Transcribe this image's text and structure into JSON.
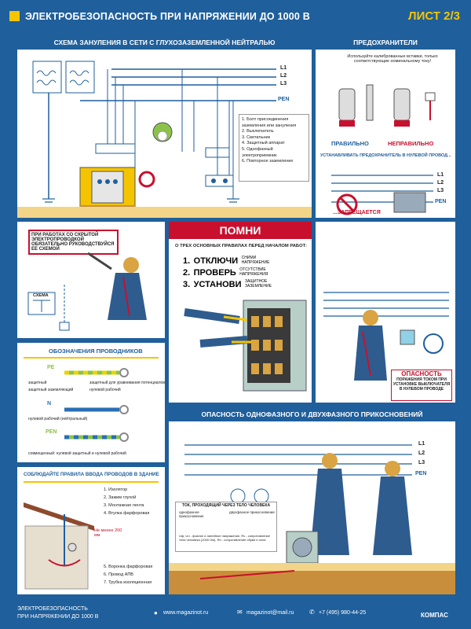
{
  "header": {
    "title": "ЭЛЕКТРОБЕЗОПАСНОСТЬ ПРИ НАПРЯЖЕНИИ ДО 1000 В",
    "sheet": "ЛИСТ 2/3"
  },
  "scheme": {
    "title": "СХЕМА ЗАНУЛЕНИЯ В СЕТИ С ГЛУХОЗАЗЕМЛЕННОЙ НЕЙТРАЛЬЮ",
    "lines": [
      "L1",
      "L2",
      "L3",
      "PEN"
    ],
    "legend": [
      "1. Болт присоединения заземления или зануления",
      "2. Выключатель",
      "3. Светильник",
      "4. Защитный аппарат",
      "5. Однофазный электроприемник",
      "6. Повторное заземление"
    ]
  },
  "fuses": {
    "title": "ПРЕДОХРАНИТЕЛИ",
    "note": "Используйте калиброванные вставки, только соответствующие номинальному току!",
    "correct": "ПРАВИЛЬНО",
    "incorrect": "НЕПРАВИЛЬНО",
    "neutral_title": "УСТАНАВЛИВАТЬ ПРЕДОХРАНИТЕЛЬ В НУЛЕВОЙ ПРОВОД...",
    "forbidden": "...ЗАПРЕЩАЕТСЯ",
    "lines": [
      "L1",
      "L2",
      "L3",
      "PEN"
    ]
  },
  "hidden_wiring": {
    "note": "ПРИ РАБОТАХ СО СКРЫТОЙ ЭЛЕКТРОПРОВОДКОЙ ОБЯЗАТЕЛЬНО РУКОВОДСТВУЙСЯ ЕЕ СХЕМОЙ",
    "scheme_label": "СХЕМА"
  },
  "remember": {
    "title": "ПОМНИ",
    "subtitle": "О ТРЕХ ОСНОВНЫХ ПРАВИЛАХ ПЕРЕД НАЧАЛОМ РАБОТ:",
    "rules": [
      {
        "num": "1.",
        "verb": "ОТКЛЮЧИ",
        "note": "СНИМИ НАПРЯЖЕНИЕ"
      },
      {
        "num": "2.",
        "verb": "ПРОВЕРЬ",
        "note": "ОТСУТСТВИЕ НАПРЯЖЕНИЯ"
      },
      {
        "num": "3.",
        "verb": "УСТАНОВИ",
        "note": "ЗАЩИТНОЕ ЗАЗЕМЛЕНИЕ"
      }
    ]
  },
  "danger": {
    "title": "ОПАСНОСТЬ",
    "text": "ПОРАЖЕНИЯ ТОКОМ ПРИ УСТАНОВКЕ ВЫКЛЮЧАТЕЛЯ В НУЛЕВОМ ПРОВОДЕ"
  },
  "conductors": {
    "title": "ОБОЗНАЧЕНИЯ ПРОВОДНИКОВ",
    "items": [
      {
        "code": "PE",
        "left": "защитный",
        "right": "защитный для уравнивания потенциалов"
      },
      {
        "code": "",
        "left": "защитный заземляющий",
        "right": "нулевой рабочий"
      },
      {
        "code": "N",
        "left": "нулевой рабочий (нейтральный)",
        "right": ""
      },
      {
        "code": "PEN",
        "left": "совмещенный: нулевой защитный и нулевой рабочий",
        "right": ""
      }
    ],
    "colors": {
      "pe": "#8bc34a",
      "n": "#2a6fb5",
      "yellow": "#e8d400"
    }
  },
  "entry": {
    "title": "СОБЛЮДАЙТЕ ПРАВИЛА ВВОДА ПРОВОДОВ В ЗДАНИЕ",
    "parts_top": [
      "1. Изолятор",
      "2. Зажим глухой",
      "3. Монтажная лента",
      "4. Втулка фарфоровая"
    ],
    "parts_bottom": [
      "5. Воронка фарфоровая",
      "6. Провод АПВ",
      "7. Трубка изоляционная"
    ],
    "min_label": "Не менее 200 мм"
  },
  "contact": {
    "title": "ОПАСНОСТЬ ОДНОФАЗНОГО И ДВУХФАЗНОГО ПРИКОСНОВЕНИЙ",
    "lines": [
      "L1",
      "L2",
      "L3",
      "PEN"
    ],
    "formula_title": "ТОК, ПРОХОДЯЩИЙ ЧЕРЕЗ ТЕЛО ЧЕЛОВЕКА",
    "col1": "однофазное прикосновение",
    "col2": "двухфазное прикосновение",
    "note": "Uф, Uл - фазное и линейное напряжение, Rч - сопротивление тела человека (1000 Ом), Rп - сопротивление обуви и пола"
  },
  "footer": {
    "org1": "ЭЛЕКТРОБЕЗОПАСНОСТЬ",
    "org2": "ПРИ НАПРЯЖЕНИИ ДО 1000 В",
    "site": "www.magazinot.ru",
    "email": "magazinot@mail.ru",
    "phone": "+7 (495) 980-44-25",
    "brand": "КОМПАС"
  }
}
